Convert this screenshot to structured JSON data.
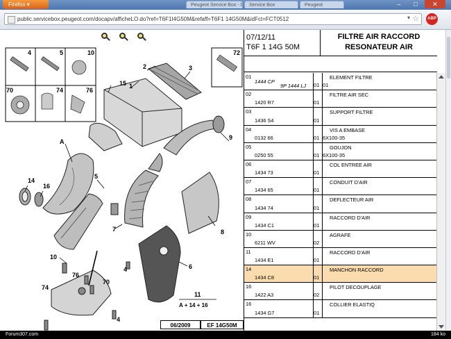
{
  "browser": {
    "app_button": "Firefox",
    "tabs": [
      "Peugeot Service Box - Documentation Techni...",
      "Service Box",
      "Peugeot"
    ],
    "url": "public.servicebox.peugeot.com/docapv/afficheLO.do?ref=T6F1I4G50M&refaff=T6F1 14G50M&idFct=FCT0512",
    "addon_label": "ABP"
  },
  "toolbar": {
    "zoom_in_label": "+",
    "zoom_out_label": "−",
    "zoom_fit_label": "□"
  },
  "diagram": {
    "callouts": [
      "1",
      "2",
      "3",
      "4",
      "5",
      "6",
      "7",
      "8",
      "9",
      "10",
      "11",
      "14",
      "15",
      "16",
      "70",
      "72",
      "74",
      "76",
      "A"
    ],
    "inset_labels": [
      "4",
      "5",
      "10",
      "70",
      "74",
      "76",
      "72"
    ],
    "formula": "A + 14 + 16",
    "formula_number": "11",
    "date_code": "06/2009",
    "ref_code": "EF 14G50M"
  },
  "header": {
    "date": "07/12/11",
    "model": "T6F 1 14G 50M",
    "title_line1": "FILTRE AIR RACCORD",
    "title_line2": "RESONATEUR AIR"
  },
  "parts": [
    {
      "idx": "01",
      "ref": "",
      "ref_italic1": "1444 CP",
      "ref_italic2": "9P 1444 LJ",
      "qty": "01",
      "desc": "ELEMENT FILTRE",
      "desc2": "01",
      "selected": false
    },
    {
      "idx": "02",
      "ref": "1420 R7",
      "qty": "01",
      "desc": "FILTRE AIR SEC",
      "desc2": "",
      "selected": false
    },
    {
      "idx": "03",
      "ref": "1436 S4",
      "qty": "01",
      "desc": "SUPPORT FILTRE",
      "desc2": "",
      "selected": false
    },
    {
      "idx": "04",
      "ref": "0132 66",
      "qty": "01",
      "desc": "VIS A EMBASE",
      "desc2": "6X100-35",
      "selected": false
    },
    {
      "idx": "05",
      "ref": "0250 55",
      "qty": "01",
      "desc": "GOUJON",
      "desc2": "6X100-35",
      "selected": false
    },
    {
      "idx": "06",
      "ref": "1434 73",
      "qty": "01",
      "desc": "COL ENTREE AIR",
      "desc2": "",
      "selected": false
    },
    {
      "idx": "07",
      "ref": "1434 65",
      "qty": "01",
      "desc": "CONDUIT D'AIR",
      "desc2": "",
      "selected": false
    },
    {
      "idx": "08",
      "ref": "1434 74",
      "qty": "01",
      "desc": "DEFLECTEUR AIR",
      "desc2": "",
      "selected": false
    },
    {
      "idx": "09",
      "ref": "1434 C1",
      "qty": "01",
      "desc": "RACCORD D'AIR",
      "desc2": "",
      "selected": false
    },
    {
      "idx": "10",
      "ref": "6211 WV",
      "qty": "02",
      "desc": "AGRAFE",
      "desc2": "",
      "selected": false
    },
    {
      "idx": "11",
      "ref": "1434 E1",
      "qty": "01",
      "desc": "RACCORD D'AIR",
      "desc2": "",
      "selected": false
    },
    {
      "idx": "14",
      "ref": "1434 C8",
      "qty": "01",
      "desc": "MANCHON RACCORD",
      "desc2": "",
      "selected": true
    },
    {
      "idx": "16",
      "ref": "1422 A3",
      "qty": "02",
      "desc": "PILOT DECOUPLAGE",
      "desc2": "",
      "selected": false
    },
    {
      "idx": "16",
      "ref": "1434 G7",
      "qty": "01",
      "desc": "COLLIER ELASTIQ",
      "desc2": "",
      "selected": false
    }
  ],
  "status": {
    "left": "Forum307.com",
    "right": "184 ko"
  }
}
